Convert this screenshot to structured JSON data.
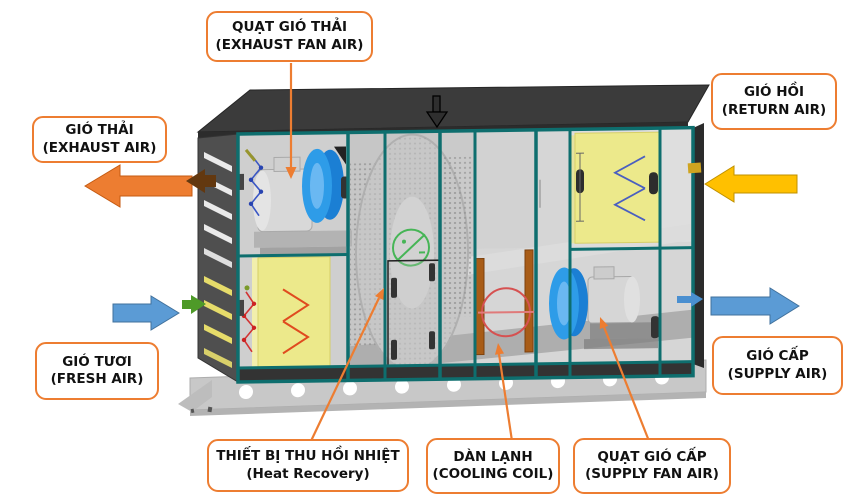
{
  "diagram_title": "Air Handling Unit airflow diagram (Vietnamese / English)",
  "callouts": {
    "exhaust_fan": {
      "vi": "QUẠT GIÓ THẢI",
      "en": "(EXHAUST FAN AIR)"
    },
    "return_air": {
      "vi": "GIÓ HỒI",
      "en": "(RETURN AIR)"
    },
    "exhaust_air": {
      "vi": "GIÓ THẢI",
      "en": "(EXHAUST AIR)"
    },
    "fresh_air": {
      "vi": "GIÓ TƯƠI",
      "en": "(FRESH AIR)"
    },
    "supply_air": {
      "vi": "GIÓ CẤP",
      "en": "(SUPPLY AIR)"
    },
    "heat_recovery": {
      "vi": "THIẾT BỊ THU HỒI NHIỆT",
      "en": "(Heat Recovery)"
    },
    "cooling_coil": {
      "vi": "DÀN LẠNH",
      "en": "(COOLING COIL)"
    },
    "supply_fan": {
      "vi": "QUẠT GIÓ CẤP",
      "en": "(SUPPLY FAN AIR)"
    }
  },
  "arrows": {
    "exhaust_air": {
      "direction": "left",
      "color": "#ED7D31"
    },
    "fresh_air": {
      "direction": "right",
      "color": "#5B9BD5"
    },
    "return_air": {
      "direction": "left",
      "color": "#FFC000"
    },
    "supply_air": {
      "direction": "right",
      "color": "#5B9BD5"
    }
  },
  "colors": {
    "callout_border": "#ED7D31",
    "leader": "#ED7D31",
    "arrow_exhaust": "#ED7D31",
    "arrow_return": "#FFC000",
    "arrow_fresh": "#5B9BD5",
    "arrow_supply": "#5B9BD5",
    "frame_teal": "#0E6E6E",
    "filter_yellow": "#ECE98B",
    "fan_blue": "#2E9CE8",
    "roof_dark": "#3B3B3B",
    "coil_red": "#D65151",
    "coil_copper": "#A85C17",
    "symbol_green": "#46B556"
  }
}
